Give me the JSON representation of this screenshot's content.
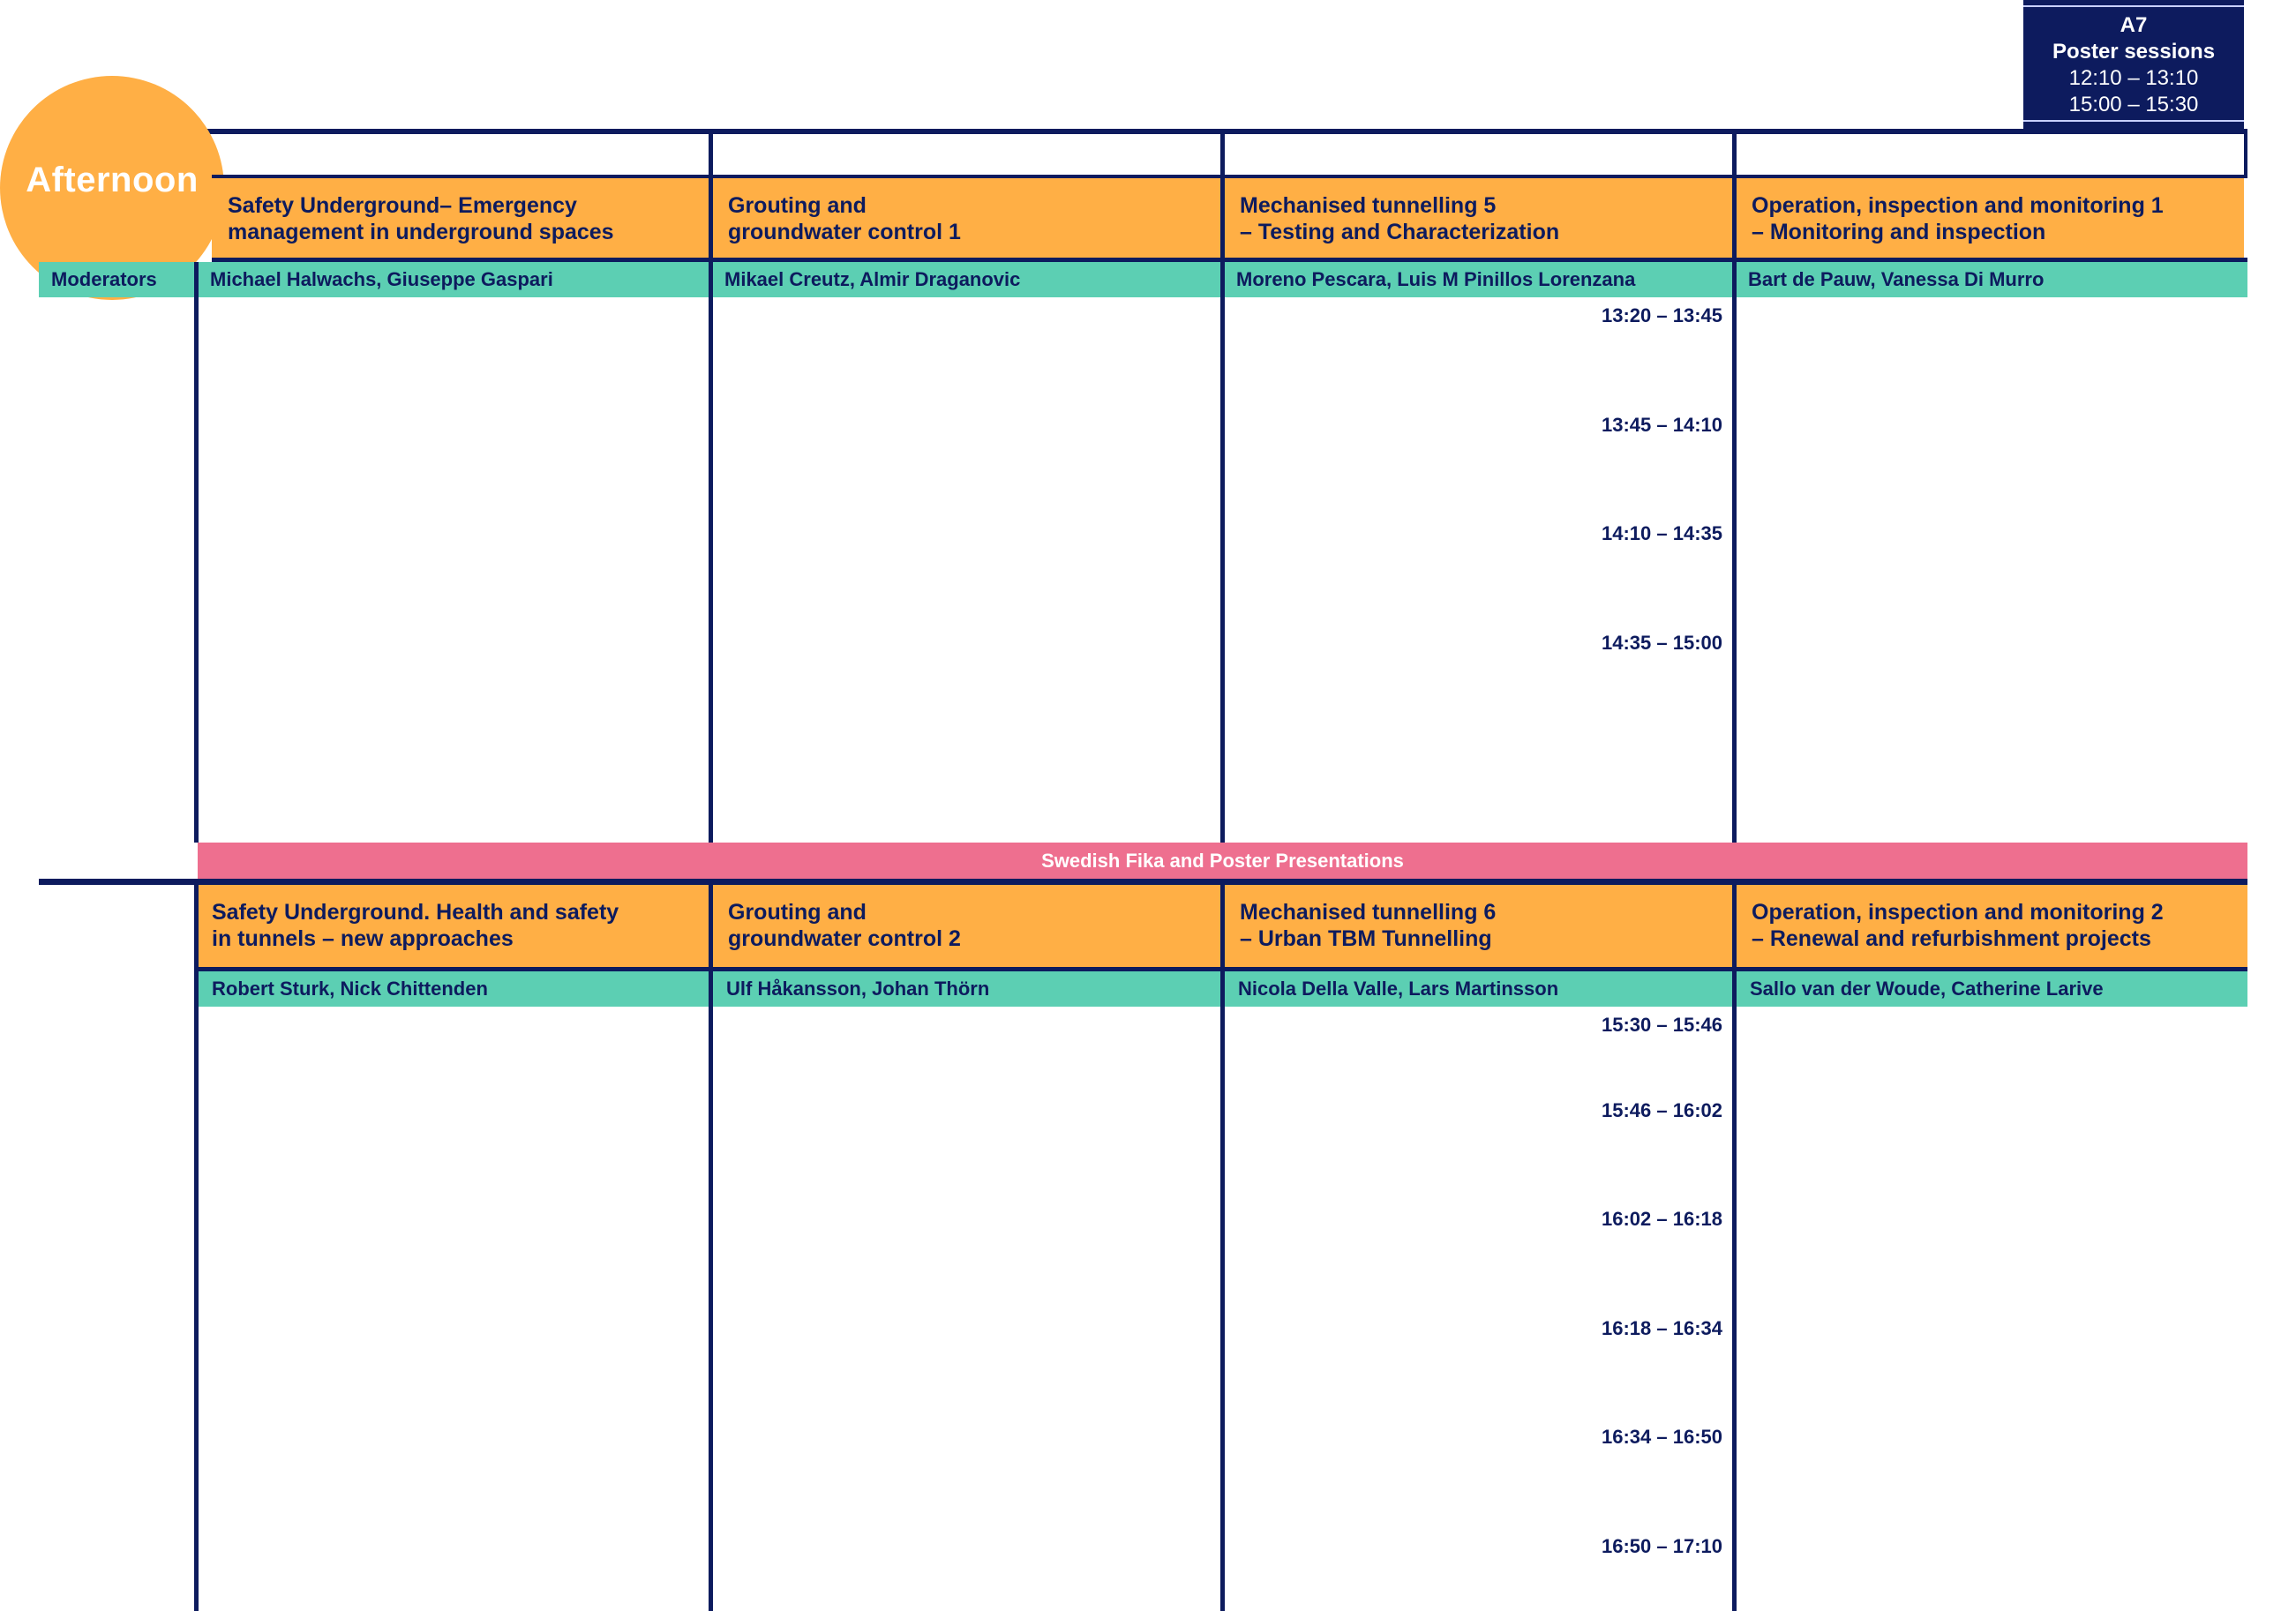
{
  "poster": {
    "room": "A7",
    "title": "Poster sessions",
    "time1": "12:10 – 13:10",
    "time2": "15:00 – 15:30"
  },
  "afternoon_label": "Afternoon",
  "moderators_label": "Moderators",
  "block1": {
    "sessions": [
      {
        "line1": "Safety Underground– Emergency",
        "line2": "management in underground spaces",
        "moderators": "Michael Halwachs, Giuseppe Gaspari"
      },
      {
        "line1": "Grouting and",
        "line2": "groundwater control 1",
        "moderators": "Mikael Creutz, Almir Draganovic"
      },
      {
        "line1": "Mechanised tunnelling 5",
        "line2": "– Testing and Characterization",
        "moderators": "Moreno Pescara, Luis M Pinillos Lorenzana"
      },
      {
        "line1": "Operation, inspection and monitoring 1",
        "line2": "– Monitoring and inspection",
        "moderators": "Bart de Pauw, Vanessa Di Murro"
      }
    ],
    "times": [
      "13:20 – 13:45",
      "13:45 – 14:10",
      "14:10 – 14:35",
      "14:35 – 15:00"
    ]
  },
  "break_label": "Swedish Fika and Poster Presentations",
  "block2": {
    "sessions": [
      {
        "line1": "Safety Underground. Health and safety",
        "line2": "in tunnels – new approaches",
        "moderators": "Robert Sturk, Nick Chittenden"
      },
      {
        "line1": "Grouting and",
        "line2": "groundwater control 2",
        "moderators": "Ulf Håkansson, Johan Thörn"
      },
      {
        "line1": "Mechanised tunnelling 6",
        "line2": "– Urban TBM Tunnelling",
        "moderators": "Nicola Della Valle, Lars Martinsson"
      },
      {
        "line1": "Operation, inspection and monitoring 2",
        "line2": "– Renewal and refurbishment projects",
        "moderators": "Sallo van der Woude, Catherine Larive"
      }
    ],
    "times": [
      "15:30 – 15:46",
      "15:46 – 16:02",
      "16:02 – 16:18",
      "16:18 – 16:34",
      "16:34 – 16:50",
      "16:50 – 17:10"
    ]
  },
  "colors": {
    "navy": "#0d1b5e",
    "orange": "#ffaf45",
    "teal": "#5ccfb3",
    "pink": "#ee6f8f"
  }
}
